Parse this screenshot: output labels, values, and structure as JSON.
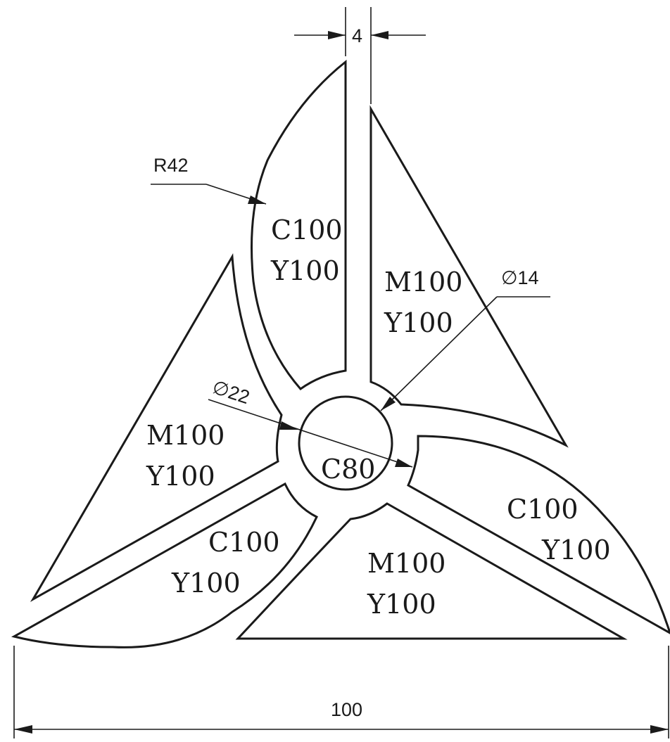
{
  "dimensions": {
    "gap_width": "4",
    "outer_arc_radius": "R42",
    "hub_diameter": "∅22",
    "inner_circle_diameter": "∅14",
    "overall_width": "100"
  },
  "blades": [
    {
      "line1": "C100",
      "line2": "Y100"
    },
    {
      "line1": "C100",
      "line2": "Y100"
    },
    {
      "line1": "C100",
      "line2": "Y100"
    }
  ],
  "triangles": [
    {
      "line1": "M100",
      "line2": "Y100"
    },
    {
      "line1": "M100",
      "line2": "Y100"
    },
    {
      "line1": "M100",
      "line2": "Y100"
    }
  ],
  "center_fill": "C80"
}
